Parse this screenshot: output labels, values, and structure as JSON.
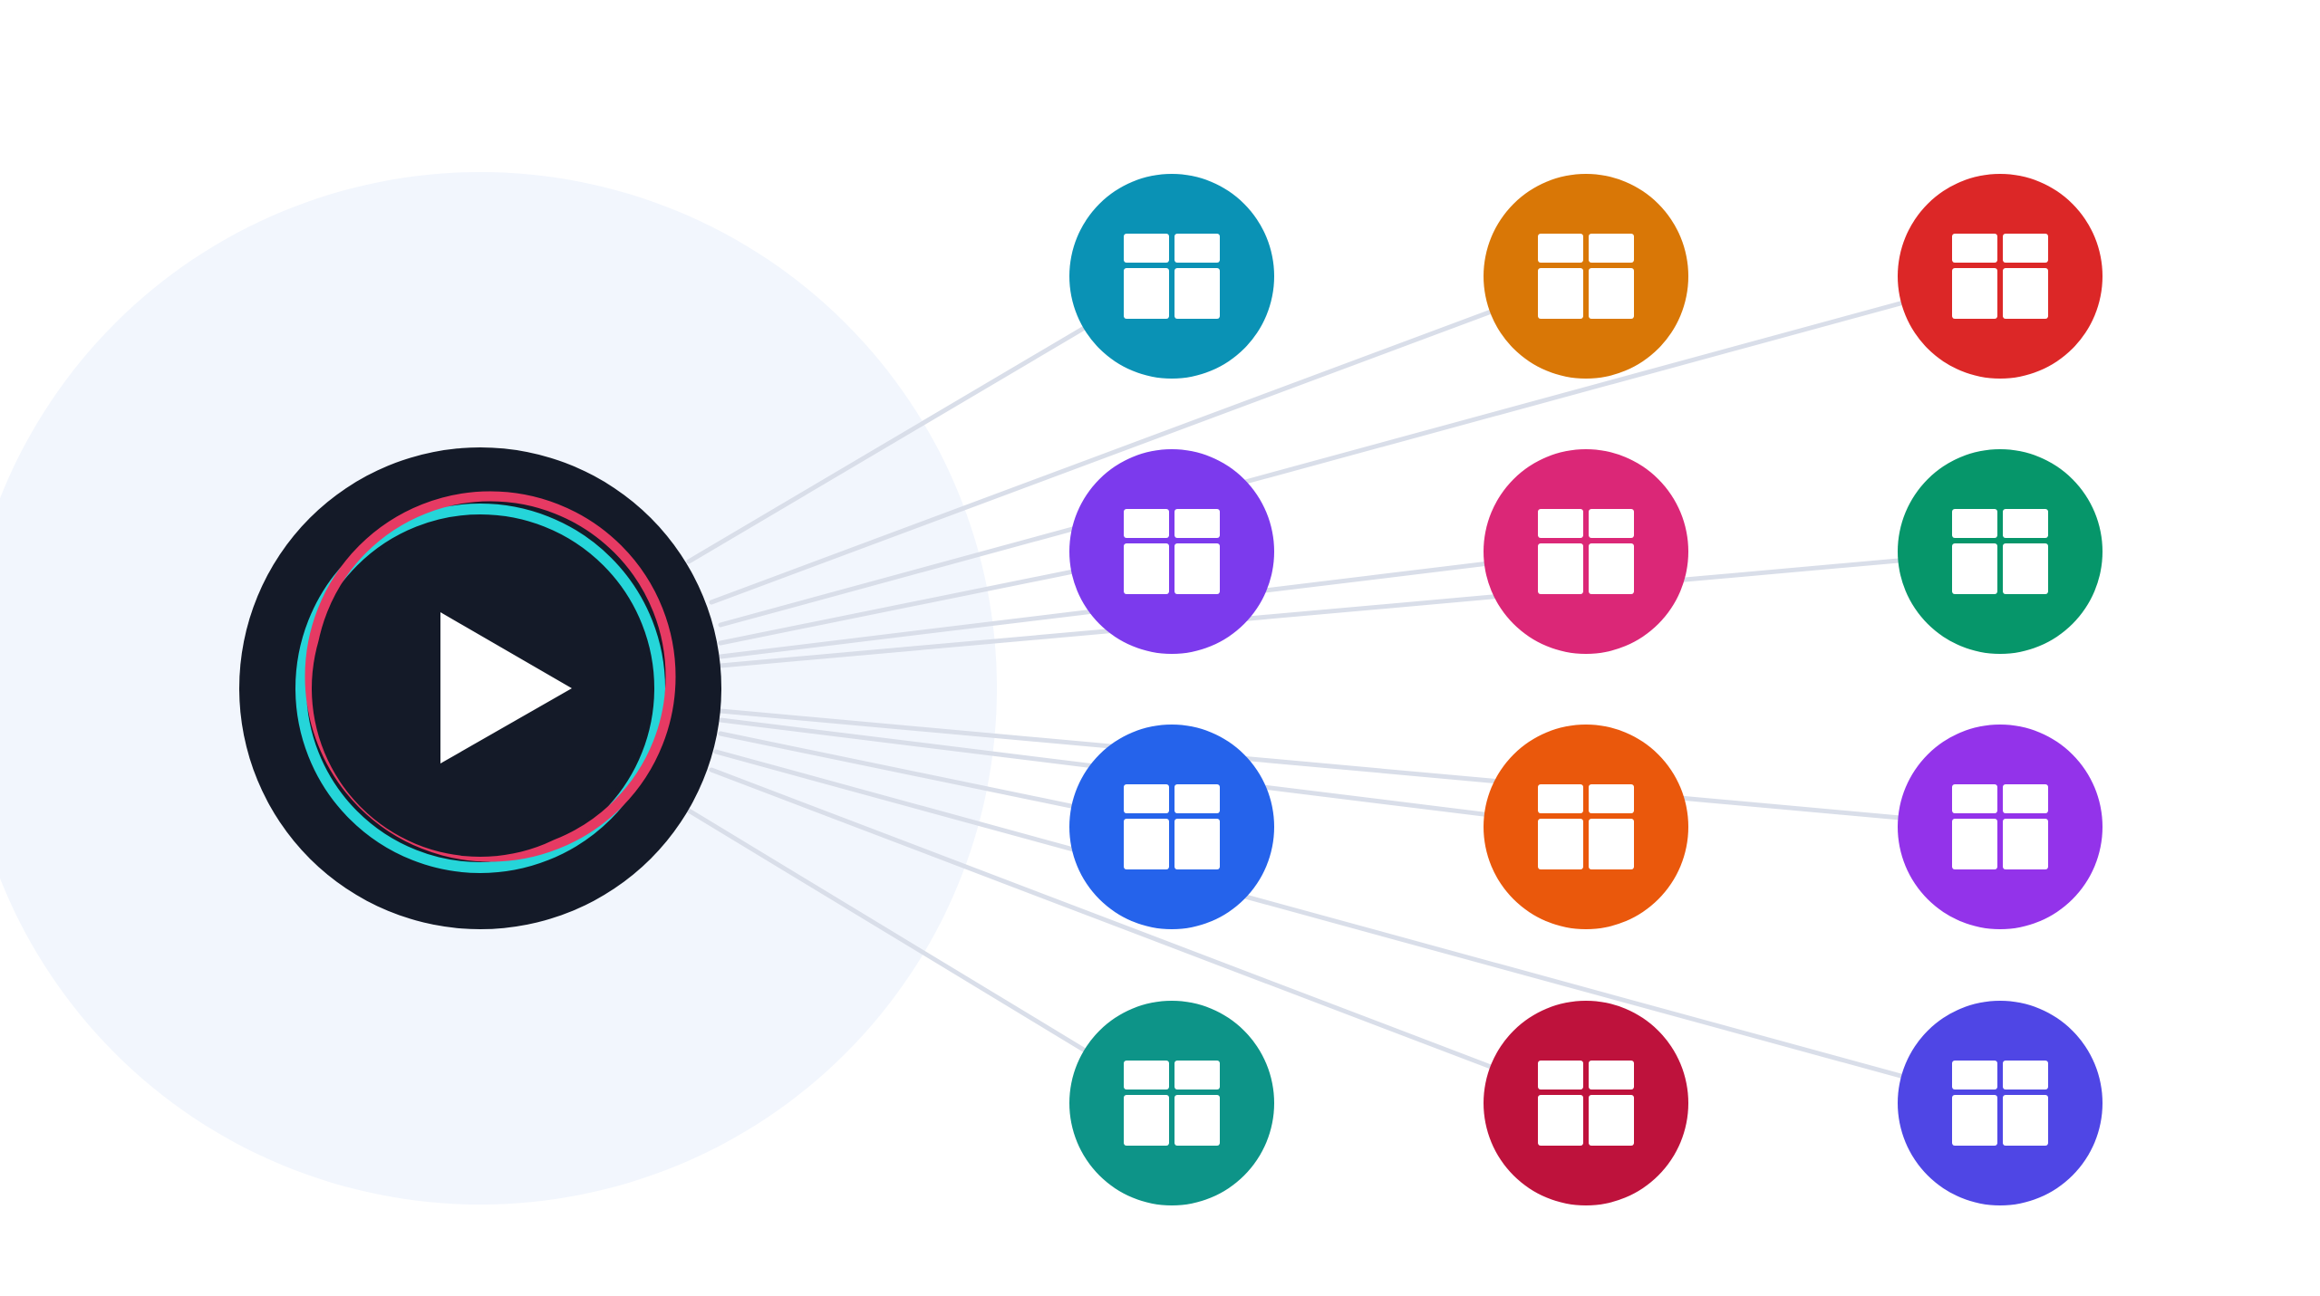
{
  "colors": {
    "background": "#ffffff",
    "halo": "#f2f6fd",
    "connector": "#d9dee9",
    "hub_fill": "#141a28",
    "hub_ring_cyan": "#25d5d9",
    "hub_ring_red": "#e63a63",
    "play_glyph": "#ffffff",
    "tile_glyph": "#ffffff"
  },
  "hub": {
    "icon": "play-icon",
    "kind": "video-player-logo"
  },
  "nodes": [
    {
      "id": "node-1",
      "row": 1,
      "col": 1,
      "color": "#0a92b5",
      "icon": "grid-icon"
    },
    {
      "id": "node-2",
      "row": 1,
      "col": 2,
      "color": "#d97706",
      "icon": "grid-icon"
    },
    {
      "id": "node-3",
      "row": 1,
      "col": 3,
      "color": "#dc2727",
      "icon": "grid-icon"
    },
    {
      "id": "node-4",
      "row": 2,
      "col": 1,
      "color": "#7c3aed",
      "icon": "grid-icon"
    },
    {
      "id": "node-5",
      "row": 2,
      "col": 2,
      "color": "#db2777",
      "icon": "grid-icon"
    },
    {
      "id": "node-6",
      "row": 2,
      "col": 3,
      "color": "#06966a",
      "icon": "grid-icon"
    },
    {
      "id": "node-7",
      "row": 3,
      "col": 1,
      "color": "#2563eb",
      "icon": "grid-icon"
    },
    {
      "id": "node-8",
      "row": 3,
      "col": 2,
      "color": "#ea580c",
      "icon": "grid-icon"
    },
    {
      "id": "node-9",
      "row": 3,
      "col": 3,
      "color": "#9333ea",
      "icon": "grid-icon"
    },
    {
      "id": "node-10",
      "row": 4,
      "col": 1,
      "color": "#0d9488",
      "icon": "grid-icon"
    },
    {
      "id": "node-11",
      "row": 4,
      "col": 2,
      "color": "#be123c",
      "icon": "grid-icon"
    },
    {
      "id": "node-12",
      "row": 4,
      "col": 3,
      "color": "#4f46e5",
      "icon": "grid-icon"
    }
  ]
}
